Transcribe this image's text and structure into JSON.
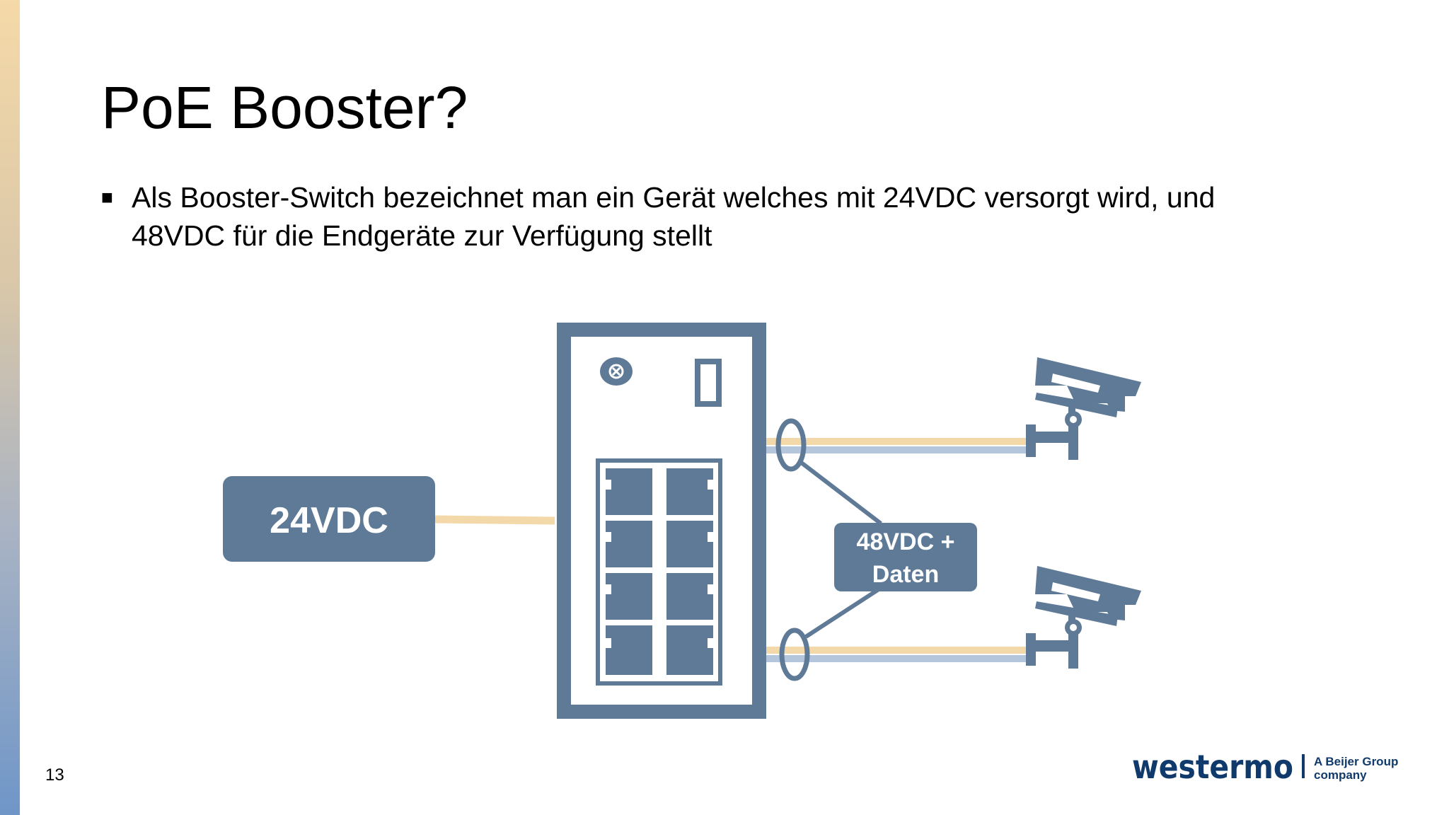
{
  "slide": {
    "title": "PoE Booster?",
    "bullet": "Als Booster-Switch bezeichnet man ein Gerät welches mit 24VDC versorgt wird, und 48VDC für die Endgeräte zur Verfügung stellt",
    "page_number": "13"
  },
  "diagram": {
    "power_label": "24VDC",
    "output_label_line1": "48VDC +",
    "output_label_line2": "Daten",
    "device_icons": [
      "ethernet-switch-icon",
      "security-camera-icon",
      "security-camera-icon"
    ]
  },
  "footer": {
    "brand": "westermo",
    "tagline_line1": "A Beijer Group",
    "tagline_line2": "company"
  },
  "colors": {
    "device_blue": "#5f7a97",
    "power_line": "#f3d9a9",
    "data_line": "#b4c6dc",
    "brand_navy": "#103a6b"
  }
}
